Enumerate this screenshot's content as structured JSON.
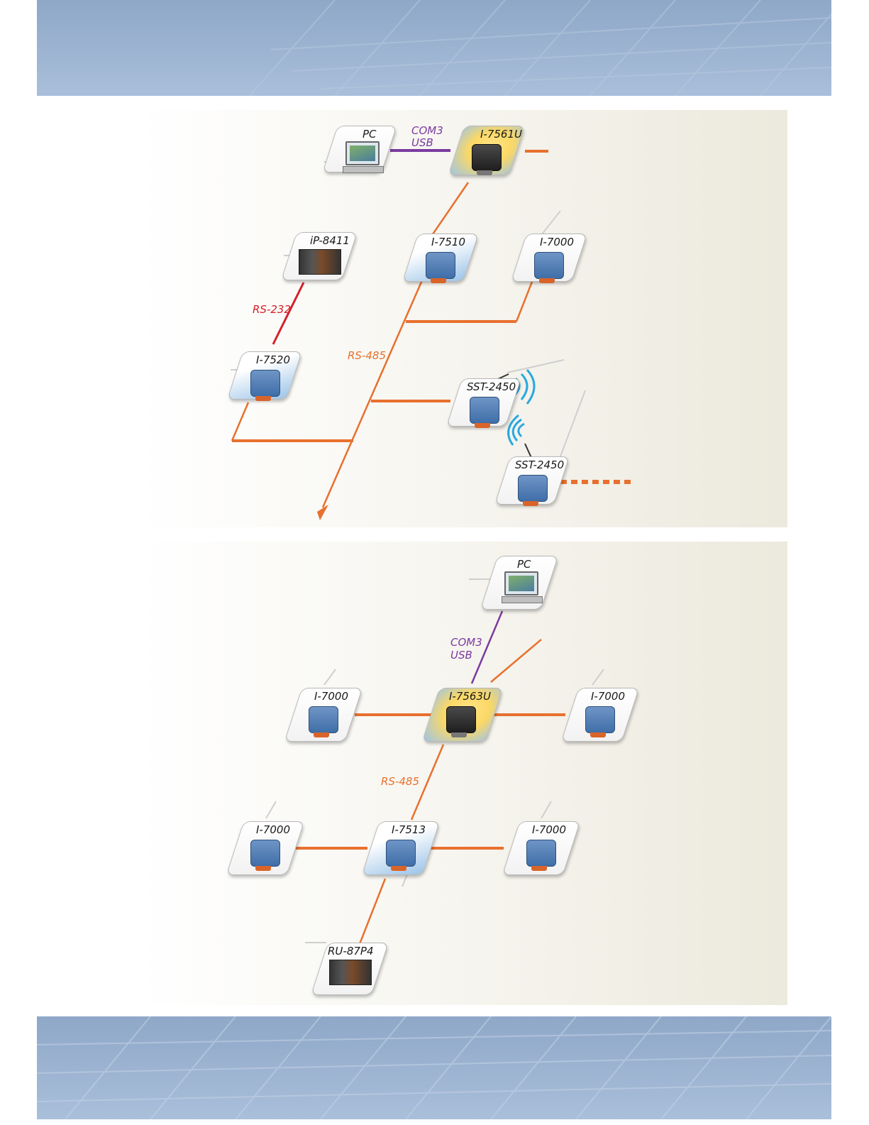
{
  "nodes_top": {
    "pc": "PC",
    "i7561u": "I-7561U",
    "ip8411": "iP-8411",
    "i7510": "I-7510",
    "i7000": "I-7000",
    "i7520": "I-7520",
    "sst2450_a": "SST-2450",
    "sst2450_b": "SST-2450"
  },
  "links_top": {
    "com3": "COM3",
    "usb": "USB",
    "rs232": "RS-232",
    "rs485": "RS-485"
  },
  "nodes_bottom": {
    "pc": "PC",
    "i7563u": "I-7563U",
    "i7000_left": "I-7000",
    "i7000_right": "I-7000",
    "i7513": "I-7513",
    "i7000_lower_left": "I-7000",
    "i7000_lower_right": "I-7000",
    "ru87p4": "RU-87P4"
  },
  "links_bottom": {
    "com3": "COM3",
    "usb": "USB",
    "rs485": "RS-485"
  },
  "colors": {
    "rs485": "#e8702e",
    "usb": "#7b3aa0",
    "rs232": "#d4202a",
    "wireless": "#29a8e0",
    "band": "#9db4d2"
  }
}
